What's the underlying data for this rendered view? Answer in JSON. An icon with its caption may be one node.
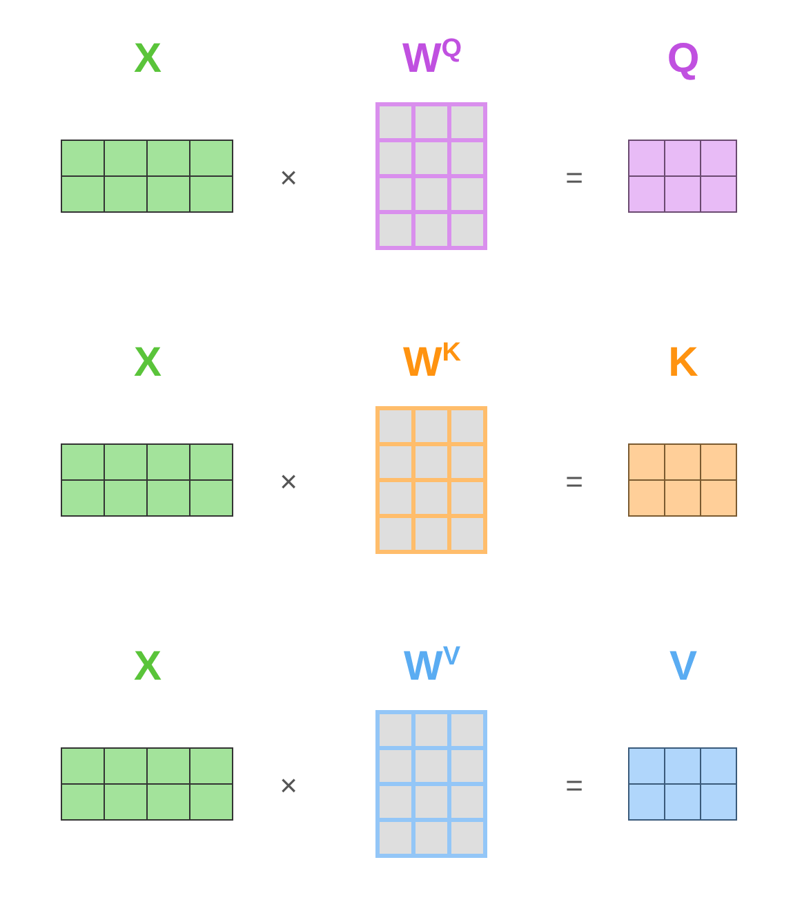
{
  "diagram": {
    "labels": [
      "X",
      "W$^{Q}$",
      "Q",
      "×",
      "=",
      "X",
      "W$^{K}$",
      "K",
      "×",
      "=",
      "X",
      "W$^{V}$",
      "V",
      "×",
      "="
    ]
  }
}
